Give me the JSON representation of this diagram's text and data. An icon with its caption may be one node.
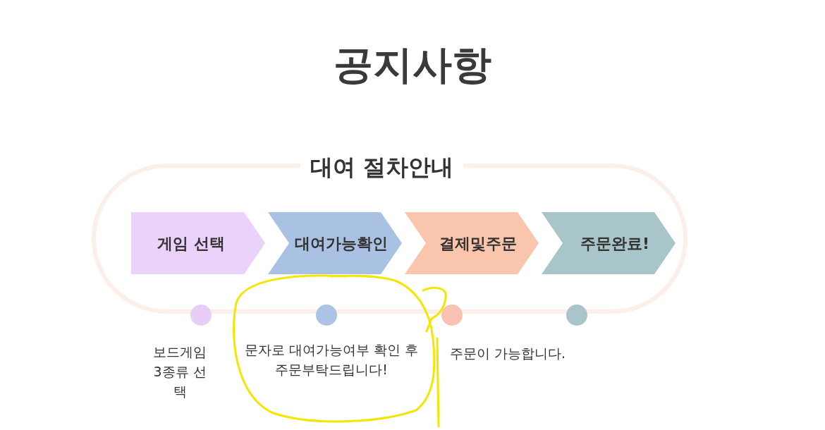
{
  "diagram": {
    "title": "공지사항",
    "nodes": [
      {
        "text": [
          "대여 절차안내"
        ]
      },
      {
        "text": [
          "게임 선택"
        ],
        "in": 0
      },
      {
        "text": [
          "대여가능확인"
        ],
        "in": 0
      },
      {
        "text": [
          "결제및주문"
        ],
        "in": 0
      },
      {
        "text": [
          "주문완료!"
        ],
        "in": 0
      },
      {
        "text": [],
        "shape": "circle",
        "beside": [
          "보드게임 3종류 선택"
        ]
      },
      {
        "text": [],
        "shape": "circle",
        "beside": [
          "문자로 대여가능여부 확인 후 주문부탁드립니다!"
        ]
      },
      {
        "text": [],
        "shape": "circle",
        "beside": [
          "주문이 가능합니다."
        ]
      },
      {
        "text": [],
        "shape": "circle"
      }
    ]
  }
}
